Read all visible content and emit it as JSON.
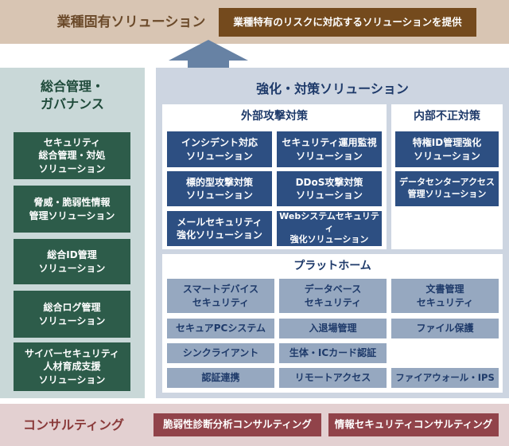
{
  "industry": {
    "title": "業種固有ソリューション",
    "description": "業種特有のリスクに対応するソリューションを提供"
  },
  "governance": {
    "title": "総合管理・\nガバナンス",
    "items": [
      "セキュリティ\n総合管理・対処\nソリューション",
      "脅威・脆弱性情報\n管理ソリューション",
      "総合ID管理\nソリューション",
      "総合ログ管理\nソリューション",
      "サイバーセキュリティ\n人材育成支援\nソリューション"
    ]
  },
  "enhancement": {
    "title": "強化・対策ソリューション",
    "external": {
      "title": "外部攻撃対策",
      "items": [
        "インシデント対応\nソリューション",
        "セキュリティ運用監視\nソリューション",
        "標的型攻撃対策\nソリューション",
        "DDoS攻撃対策\nソリューション",
        "メールセキュリティ\n強化ソリューション",
        "Webシステムセキュリティ\n強化ソリューション"
      ]
    },
    "internal": {
      "title": "内部不正対策",
      "items": [
        "特権ID管理強化\nソリューション",
        "データセンターアクセス\n管理ソリューション"
      ]
    },
    "platform": {
      "title": "プラットホーム",
      "items": [
        "スマートデバイス\nセキュリティ",
        "データベース\nセキュリティ",
        "文書管理\nセキュリティ",
        "セキュアPCシステム",
        "入退場管理",
        "ファイル保護",
        "シンクライアント",
        "生体・ICカード認証",
        "認証連携",
        "リモートアクセス",
        "ファイアウォール・IPS"
      ]
    }
  },
  "consulting": {
    "title": "コンサルティング",
    "items": [
      "脆弱性診断分析コンサルティング",
      "情報セキュリティコンサルティング"
    ]
  },
  "colors": {
    "industry": "#744a1d",
    "governance": "#2d5c4a",
    "enhancement": "#2d4f82",
    "platform": "#96a8c0",
    "consulting": "#91434a",
    "arrow": "#6782a4"
  }
}
